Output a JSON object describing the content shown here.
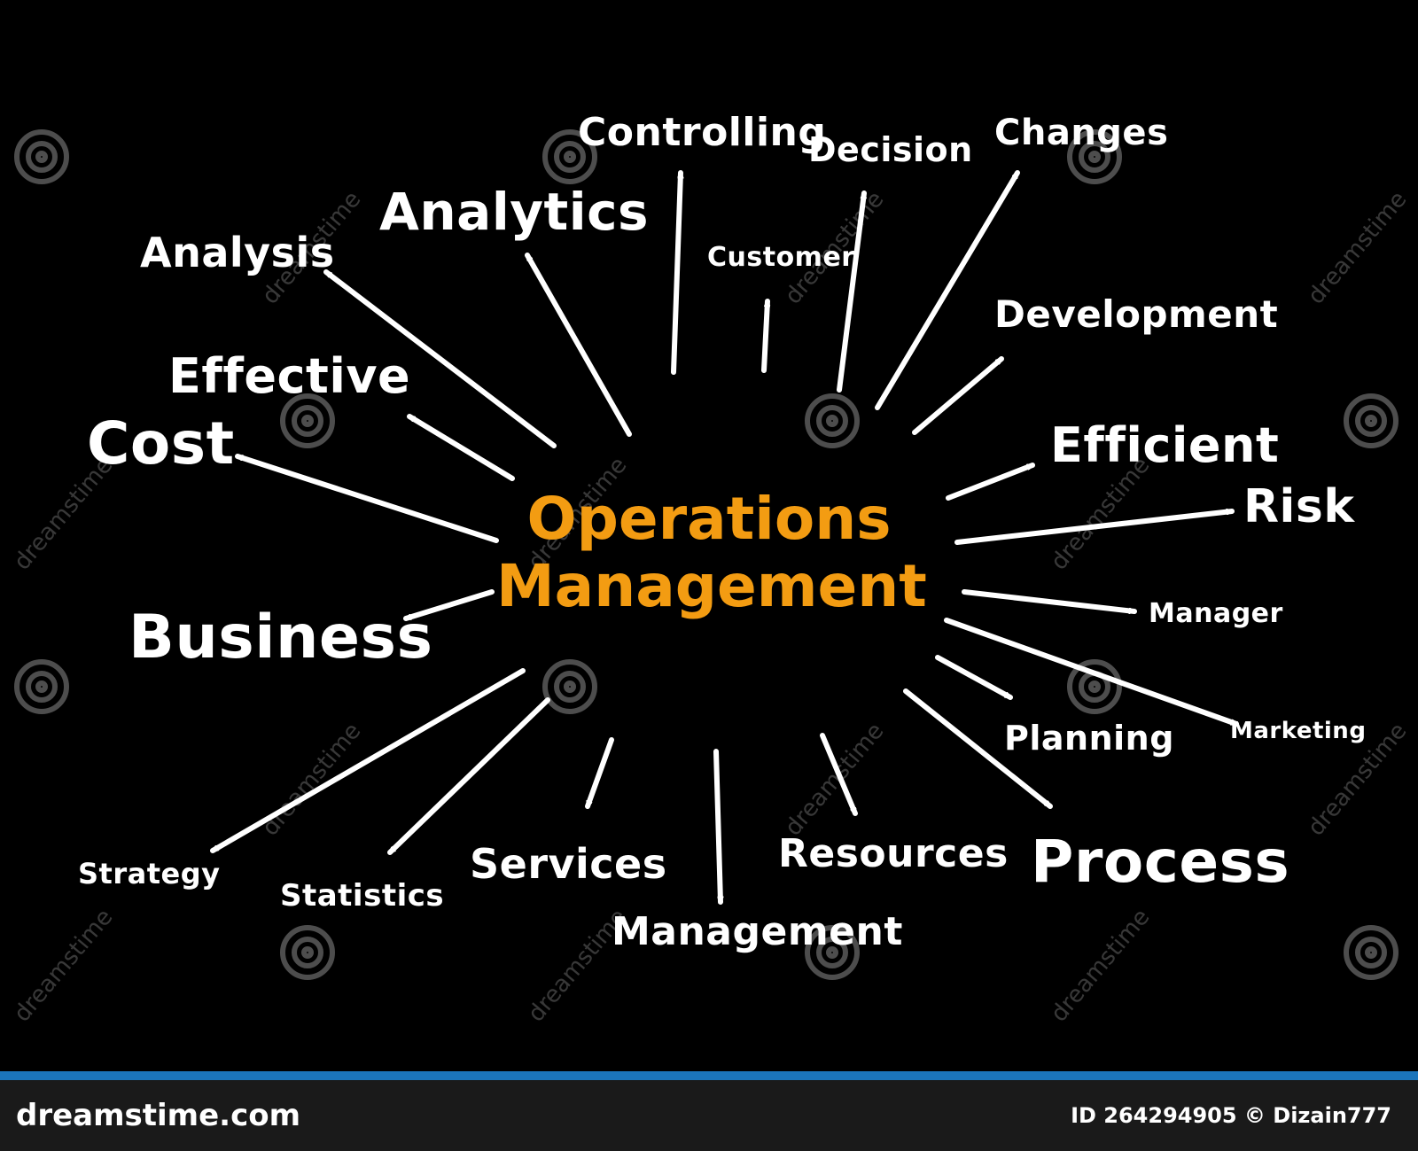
{
  "center": {
    "line1": "Operations",
    "line2": "Management"
  },
  "words": {
    "controlling": "Controlling",
    "decision": "Decision",
    "changes": "Changes",
    "analytics": "Analytics",
    "analysis": "Analysis",
    "customer": "Customer",
    "development": "Development",
    "effective": "Effective",
    "cost": "Cost",
    "efficient": "Efficient",
    "risk": "Risk",
    "business": "Business",
    "manager": "Manager",
    "planning": "Planning",
    "marketing": "Marketing",
    "strategy": "Strategy",
    "statistics": "Statistics",
    "services": "Services",
    "management_bottom": "Management",
    "resources": "Resources",
    "process": "Process"
  },
  "watermark": {
    "text": "dreamstime"
  },
  "footer": {
    "site": "dreamstime.com",
    "image_id": "ID 264294905 © Dizain777"
  },
  "colors": {
    "background": "#000000",
    "text": "#ffffff",
    "center": "#f39c12",
    "footer_bar": "#1b75bb",
    "footer_bg": "#1a1a1a"
  }
}
